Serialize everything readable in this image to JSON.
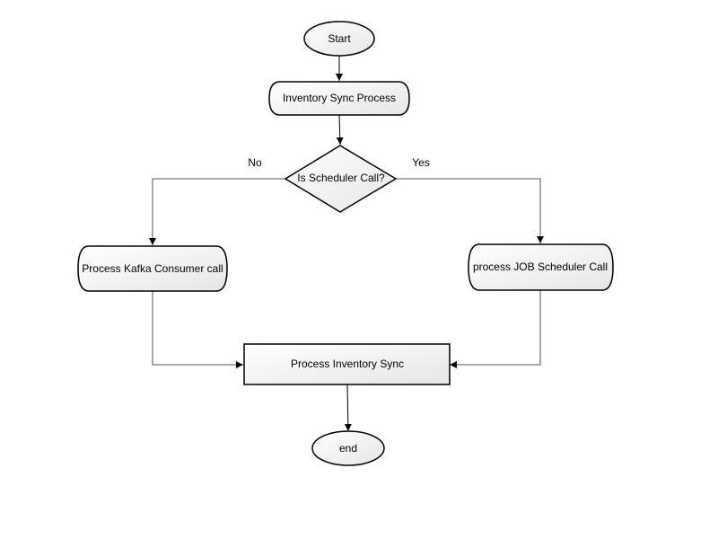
{
  "nodes": {
    "start": {
      "label": "Start"
    },
    "inventory_sync_process": {
      "label": "Inventory Sync Process"
    },
    "is_scheduler_call": {
      "label": "Is Scheduler Call?"
    },
    "process_kafka_consumer_call": {
      "label": "Process Kafka Consumer call"
    },
    "process_job_scheduler_call": {
      "label": "process JOB Scheduler Call"
    },
    "process_inventory_sync": {
      "label": "Process Inventory Sync"
    },
    "end": {
      "label": "end"
    }
  },
  "edges": {
    "no_label": "No",
    "yes_label": "Yes"
  },
  "colors": {
    "stroke": "#000000",
    "connector": "#555555",
    "fill_top": "#ffffff",
    "fill_bottom": "#e6e6e6"
  }
}
